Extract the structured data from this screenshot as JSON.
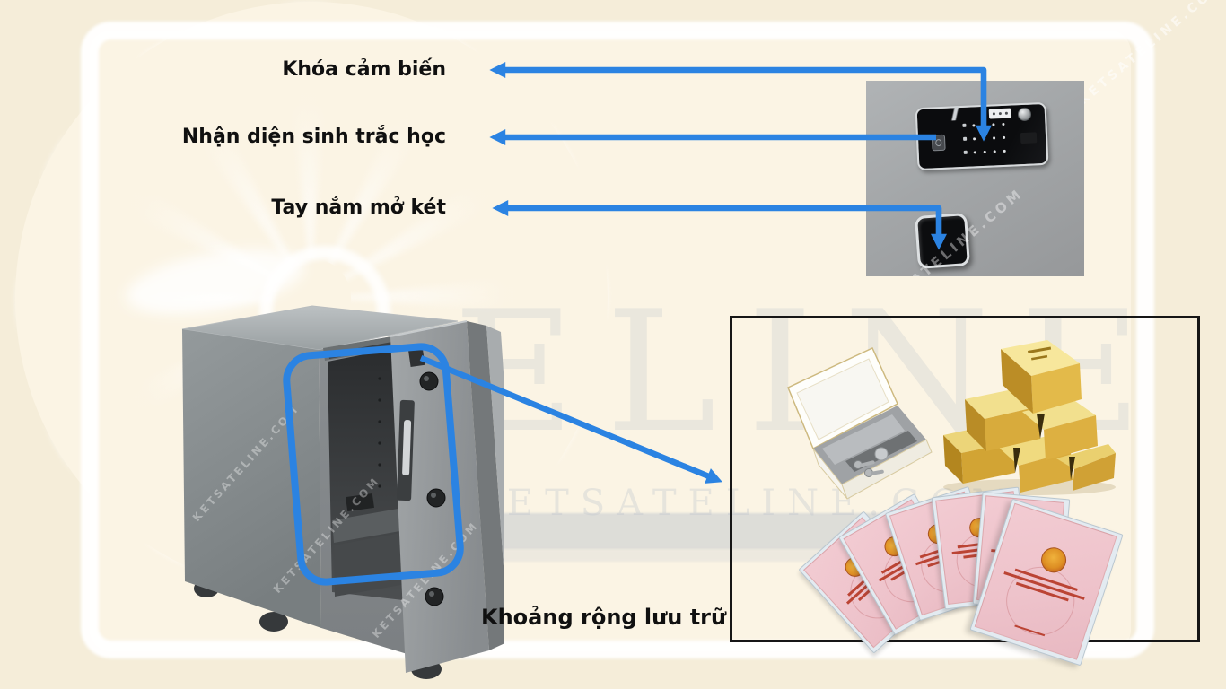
{
  "callouts": {
    "sensor_lock": "Khóa cảm biến",
    "biometric": "Nhận diện sinh trắc học",
    "handle": "Tay nắm mở két",
    "storage": "Khoảng rộng lưu trữ"
  },
  "watermark": {
    "brand_large": "ELINE",
    "brand_repeat": "KETSATELINE.COM"
  },
  "colors": {
    "accent_blue": "#2b83e2",
    "background_outer": "#f5edd9",
    "background_inner": "#fbf4e4",
    "frame_white": "#ffffff",
    "box_border": "#161616"
  }
}
